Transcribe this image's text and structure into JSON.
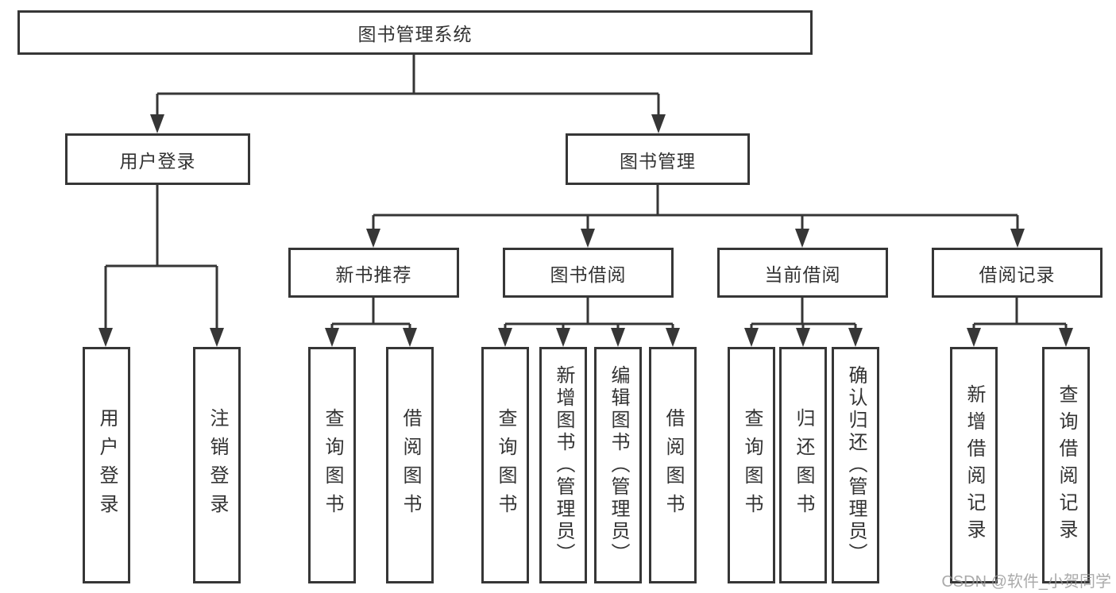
{
  "tree": {
    "root": {
      "label": "图书管理系统"
    },
    "level2": [
      {
        "label": "用户登录",
        "children": [
          {
            "label": "用户登录"
          },
          {
            "label": "注销登录"
          }
        ]
      },
      {
        "label": "图书管理",
        "groups": [
          {
            "label": "新书推荐",
            "children": [
              {
                "label": "查询图书"
              },
              {
                "label": "借阅图书"
              }
            ]
          },
          {
            "label": "图书借阅",
            "children": [
              {
                "label": "查询图书"
              },
              {
                "label": "新增图书（管理员）"
              },
              {
                "label": "编辑图书（管理员）"
              },
              {
                "label": "借阅图书"
              }
            ]
          },
          {
            "label": "当前借阅",
            "children": [
              {
                "label": "查询图书"
              },
              {
                "label": "归还图书"
              },
              {
                "label": "确认归还（管理员）"
              }
            ]
          },
          {
            "label": "借阅记录",
            "children": [
              {
                "label": "新增借阅记录"
              },
              {
                "label": "查询借阅记录"
              }
            ]
          }
        ]
      }
    ]
  },
  "watermark": {
    "text": "CSDN @软件_小贺同学"
  },
  "colors": {
    "line": "#363636",
    "box_border": "#363636",
    "text": "#333333",
    "watermark": "#969696",
    "background": "#ffffff"
  }
}
